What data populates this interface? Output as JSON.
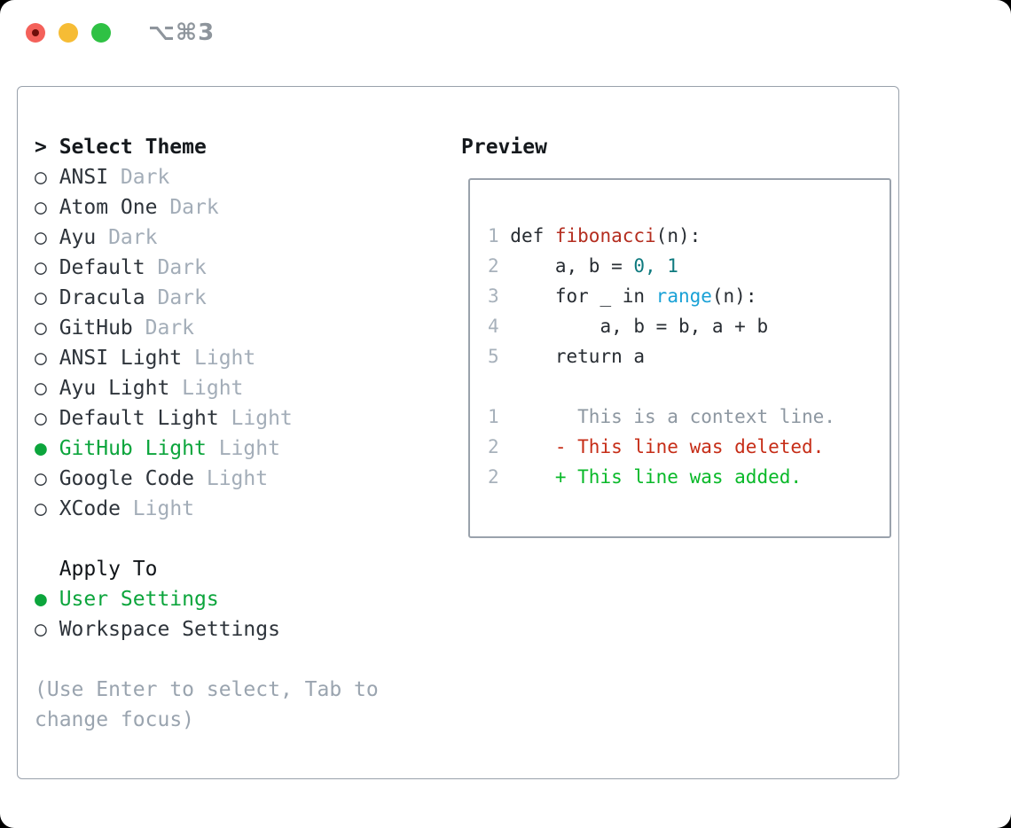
{
  "window": {
    "title_shortcut": "⌥⌘3"
  },
  "colors": {
    "selected_green": "#0ca53c",
    "added_green": "#09b929",
    "deleted_red": "#c62d17",
    "function_red": "#b42d1f",
    "number_teal": "#0f7a7f",
    "builtin_blue": "#19a1d6",
    "traffic_red": "#f4615a",
    "traffic_yellow": "#f6bc35",
    "traffic_green": "#2fc144"
  },
  "theme_picker": {
    "heading": {
      "prefix": ">",
      "label": "Select Theme"
    },
    "items": [
      {
        "bullet": "○",
        "name": "ANSI",
        "variant": "Dark",
        "selected": false
      },
      {
        "bullet": "○",
        "name": "Atom One",
        "variant": "Dark",
        "selected": false
      },
      {
        "bullet": "○",
        "name": "Ayu",
        "variant": "Dark",
        "selected": false
      },
      {
        "bullet": "○",
        "name": "Default",
        "variant": "Dark",
        "selected": false
      },
      {
        "bullet": "○",
        "name": "Dracula",
        "variant": "Dark",
        "selected": false
      },
      {
        "bullet": "○",
        "name": "GitHub",
        "variant": "Dark",
        "selected": false
      },
      {
        "bullet": "○",
        "name": "ANSI Light",
        "variant": "Light",
        "selected": false
      },
      {
        "bullet": "○",
        "name": "Ayu Light",
        "variant": "Light",
        "selected": false
      },
      {
        "bullet": "○",
        "name": "Default Light",
        "variant": "Light",
        "selected": false
      },
      {
        "bullet": "●",
        "name": "GitHub Light",
        "variant": "Light",
        "selected": true
      },
      {
        "bullet": "○",
        "name": "Google Code",
        "variant": "Light",
        "selected": false
      },
      {
        "bullet": "○",
        "name": "XCode",
        "variant": "Light",
        "selected": false
      }
    ],
    "apply_to": {
      "heading": "Apply To",
      "options": [
        {
          "bullet": "●",
          "label": "User Settings",
          "selected": true
        },
        {
          "bullet": "○",
          "label": "Workspace Settings",
          "selected": false
        }
      ]
    },
    "hint": "(Use Enter to select, Tab to change focus)"
  },
  "preview": {
    "heading": "Preview",
    "lines": [
      [
        {
          "t": "1 ",
          "c": "ln"
        },
        {
          "t": "def ",
          "c": "pl"
        },
        {
          "t": "fibonacci",
          "c": "fn"
        },
        {
          "t": "(n):",
          "c": "pl"
        }
      ],
      [
        {
          "t": "2 ",
          "c": "ln"
        },
        {
          "t": "    a, b = ",
          "c": "pl"
        },
        {
          "t": "0, 1",
          "c": "num"
        }
      ],
      [
        {
          "t": "3 ",
          "c": "ln"
        },
        {
          "t": "    for _ in ",
          "c": "pl"
        },
        {
          "t": "range",
          "c": "call"
        },
        {
          "t": "(n):",
          "c": "pl"
        }
      ],
      [
        {
          "t": "4 ",
          "c": "ln"
        },
        {
          "t": "        a, b = b, a + b",
          "c": "pl"
        }
      ],
      [
        {
          "t": "5 ",
          "c": "ln"
        },
        {
          "t": "    return a",
          "c": "pl"
        }
      ],
      [],
      [
        {
          "t": "1 ",
          "c": "ln"
        },
        {
          "t": "      This is a context line.",
          "c": "ctx"
        }
      ],
      [
        {
          "t": "2 ",
          "c": "ln"
        },
        {
          "t": "    - This line was deleted.",
          "c": "del"
        }
      ],
      [
        {
          "t": "2 ",
          "c": "ln"
        },
        {
          "t": "    + This line was added.",
          "c": "add"
        }
      ]
    ]
  }
}
